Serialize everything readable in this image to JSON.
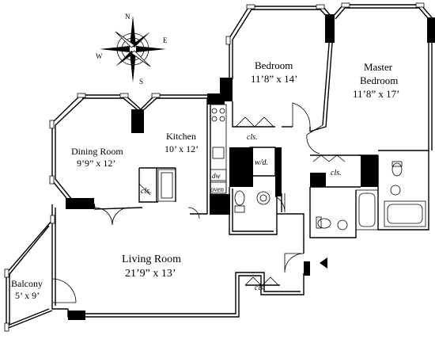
{
  "compass": {
    "n": "N",
    "e": "E",
    "s": "S",
    "w": "W"
  },
  "rooms": {
    "bedroom": {
      "name": "Bedroom",
      "dims": "11’8” x 14’"
    },
    "master": {
      "name1": "Master",
      "name2": "Bedroom",
      "dims": "11’8” x 17’"
    },
    "kitchen": {
      "name": "Kitchen",
      "dims": "10’ x 12’"
    },
    "dining": {
      "name": "Dining Room",
      "dims": "9’9” x 12’"
    },
    "living": {
      "name": "Living Room",
      "dims": "21’9” x 13’"
    },
    "balcony": {
      "name": "Balcony",
      "dims": "5’ x 9’"
    }
  },
  "fixtures": {
    "closet": "cls.",
    "washer_dryer": "w/d.",
    "dishwasher": "dw",
    "oven": "oven"
  }
}
